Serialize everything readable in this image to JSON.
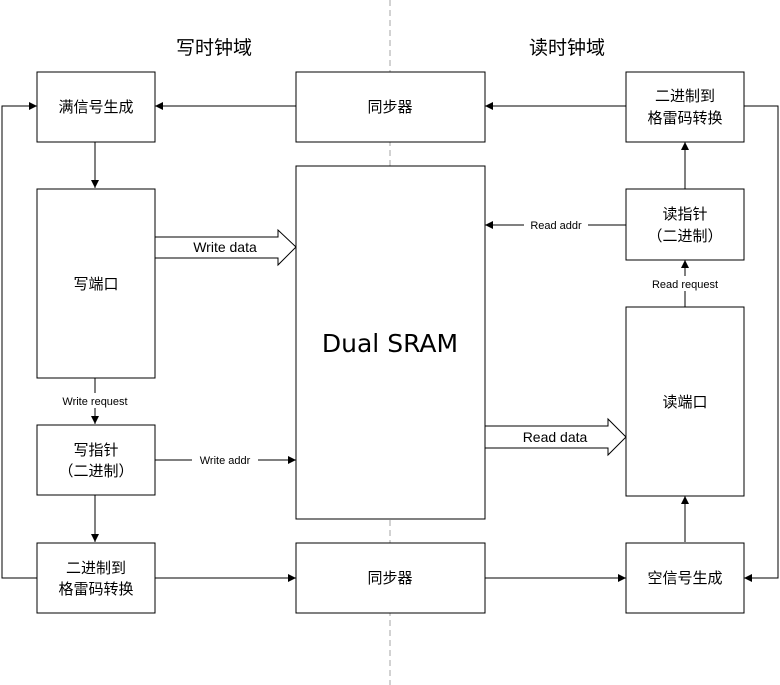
{
  "titles": {
    "write_domain": "写时钟域",
    "read_domain": "读时钟域"
  },
  "boxes": {
    "full_signal": "满信号生成",
    "sync_top": "同步器",
    "read_bin2gray": [
      "二进制到",
      "格雷码转换"
    ],
    "write_port": "写端口",
    "dual_sram": "Dual SRAM",
    "read_pointer": [
      "读指针",
      "（二进制）"
    ],
    "read_port": "读端口",
    "write_pointer": [
      "写指针",
      "（二进制）"
    ],
    "write_bin2gray": [
      "二进制到",
      "格雷码转换"
    ],
    "sync_bottom": "同步器",
    "empty_signal": "空信号生成"
  },
  "labels": {
    "write_data": "Write data",
    "read_addr": "Read addr",
    "read_request": "Read request",
    "write_request": "Write request",
    "write_addr": "Write addr",
    "read_data": "Read data"
  }
}
